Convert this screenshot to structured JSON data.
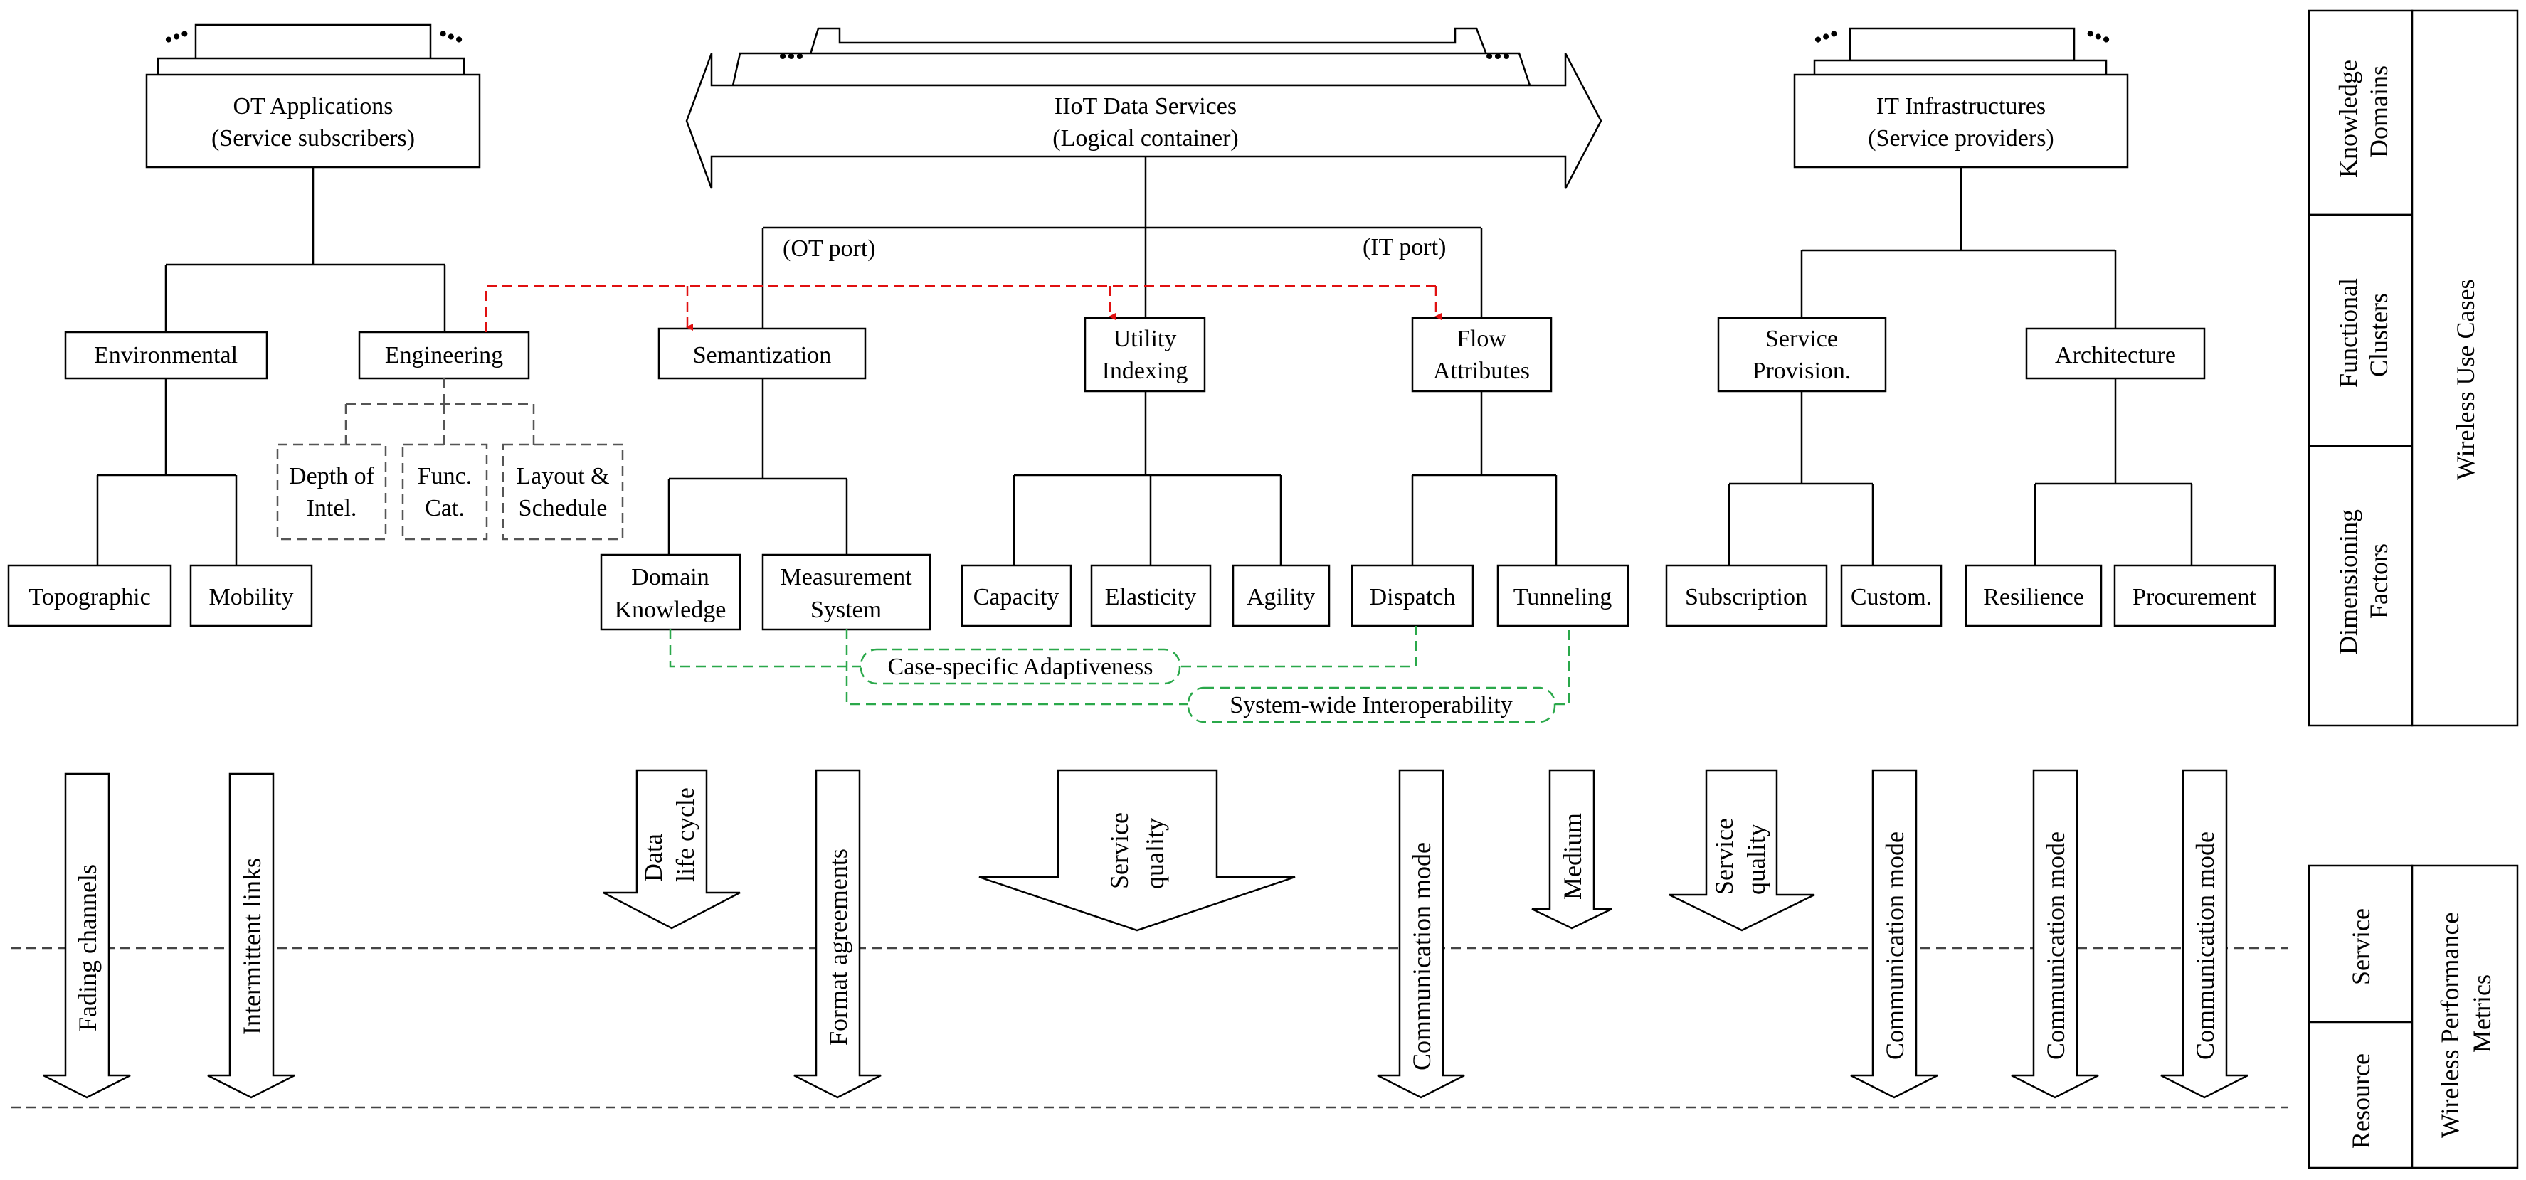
{
  "top_nodes": {
    "ot": {
      "line1": "OT Applications",
      "line2": "(Service subscribers)"
    },
    "iiot": {
      "line1": "IIoT Data Services",
      "line2": "(Logical container)"
    },
    "it": {
      "line1": "IT Infrastructures",
      "line2": "(Service providers)"
    }
  },
  "ellipsis": "•••",
  "ports": {
    "ot": "(OT port)",
    "it": "(IT port)"
  },
  "clusters": {
    "environmental": "Environmental",
    "engineering": "Engineering",
    "semantization": "Semantization",
    "utility_indexing": {
      "line1": "Utility",
      "line2": "Indexing"
    },
    "flow_attributes": {
      "line1": "Flow",
      "line2": "Attributes"
    },
    "service_provision": {
      "line1": "Service",
      "line2": "Provision."
    },
    "architecture": "Architecture"
  },
  "engineering_sub": {
    "depth": {
      "line1": "Depth of",
      "line2": "Intel."
    },
    "func": {
      "line1": "Func.",
      "line2": "Cat."
    },
    "layout": {
      "line1": "Layout &",
      "line2": "Schedule"
    }
  },
  "factors": {
    "topographic": "Topographic",
    "mobility": "Mobility",
    "domain_knowledge": {
      "line1": "Domain",
      "line2": "Knowledge"
    },
    "measurement_system": {
      "line1": "Measurement",
      "line2": "System"
    },
    "capacity": "Capacity",
    "elasticity": "Elasticity",
    "agility": "Agility",
    "dispatch": "Dispatch",
    "tunneling": "Tunneling",
    "subscription": "Subscription",
    "custom": "Custom.",
    "resilience": "Resilience",
    "procurement": "Procurement"
  },
  "green_labels": {
    "adaptiveness": "Case-specific Adaptiveness",
    "interoperability": "System-wide Interoperability"
  },
  "arrows": {
    "fading": "Fading channels",
    "intermittent": "Intermittent links",
    "data_life_1": "Data",
    "data_life_2": "life cycle",
    "format": "Format agreements",
    "service_quality_1": "Service",
    "service_quality_2": "quality",
    "comm_mode": "Communication mode",
    "medium": "Medium"
  },
  "side_panel": {
    "knowledge_domains_1": "Knowledge",
    "knowledge_domains_2": "Domains",
    "functional_clusters_1": "Functional",
    "functional_clusters_2": "Clusters",
    "dimensioning_factors_1": "Dimensioning",
    "dimensioning_factors_2": "Factors",
    "wireless_use_cases": "Wireless Use Cases",
    "service": "Service",
    "resource": "Resource",
    "wireless_perf_1": "Wireless Performance",
    "wireless_perf_2": "Metrics"
  }
}
